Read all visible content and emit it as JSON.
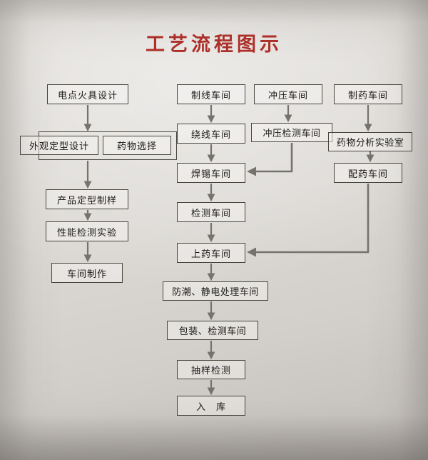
{
  "title": "工艺流程图示",
  "nodes": {
    "ignition_design": "电点火具设计",
    "appearance_design": "外观定型设计",
    "drug_selection": "药物选择",
    "product_sample": "产品定型制样",
    "performance_test": "性能检测实验",
    "workshop_production": "车间制作",
    "wire_making": "制线车间",
    "wire_winding": "绕线车间",
    "soldering": "焊锡车间",
    "testing": "检测车间",
    "drug_loading": "上药车间",
    "moisture_static": "防潮、静电处理车间",
    "packaging_testing": "包装、检测车间",
    "sampling_test": "抽样检测",
    "warehousing": "入　库",
    "stamping": "冲压车间",
    "stamping_test": "冲压检测车间",
    "pharma": "制药车间",
    "drug_analysis": "药物分析实验室",
    "dispensing": "配药车间"
  },
  "edges": [
    {
      "from": "ignition_design",
      "to": "design_selection_group"
    },
    {
      "from": "design_selection_group",
      "to": "product_sample"
    },
    {
      "from": "product_sample",
      "to": "performance_test"
    },
    {
      "from": "performance_test",
      "to": "workshop_production"
    },
    {
      "from": "wire_making",
      "to": "wire_winding"
    },
    {
      "from": "wire_winding",
      "to": "soldering"
    },
    {
      "from": "soldering",
      "to": "testing"
    },
    {
      "from": "testing",
      "to": "drug_loading"
    },
    {
      "from": "drug_loading",
      "to": "moisture_static"
    },
    {
      "from": "moisture_static",
      "to": "packaging_testing"
    },
    {
      "from": "packaging_testing",
      "to": "sampling_test"
    },
    {
      "from": "sampling_test",
      "to": "warehousing"
    },
    {
      "from": "stamping",
      "to": "stamping_test"
    },
    {
      "from": "stamping_test",
      "to": "soldering"
    },
    {
      "from": "pharma",
      "to": "drug_analysis"
    },
    {
      "from": "drug_analysis",
      "to": "dispensing"
    },
    {
      "from": "dispensing",
      "to": "drug_loading"
    }
  ],
  "colors": {
    "title": "#b0302a",
    "arrow": "#76736e",
    "box_border": "#49463f",
    "paper": "#d8d5d1",
    "text": "#1c1a18"
  }
}
